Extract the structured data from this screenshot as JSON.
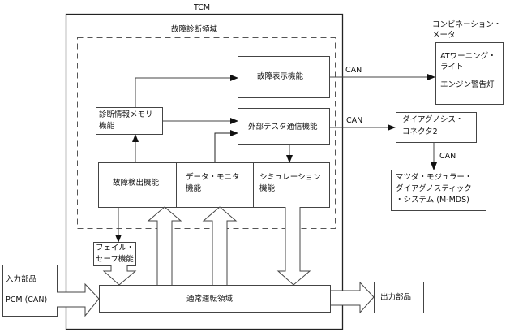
{
  "diagram": {
    "tcm_label": "TCM",
    "diag_area_label": "故障診断領域",
    "fault_display": "故障表示機能",
    "memory_line1": "診断情報メモリ",
    "memory_line2": "機能",
    "ext_tester": "外部テスタ通信機能",
    "fault_detect": "故障検出機能",
    "data_monitor_line1": "データ・モニタ",
    "data_monitor_line2": "機能",
    "simulation_line1": "シミュレーション",
    "simulation_line2": "機能",
    "failsafe_line1": "フェイル・",
    "failsafe_line2": "セーフ機能",
    "normal_area": "通常運転領域",
    "input_label": "入力部品",
    "input_pcm": "PCM (CAN)",
    "output_label": "出力部品",
    "can1": "CAN",
    "can2": "CAN",
    "can3": "CAN",
    "meter_title_line1": "コンビネーション・",
    "meter_title_line2": "メータ",
    "meter_item1_line1": "ATワーニング・",
    "meter_item1_line2": "ライト",
    "meter_item2": "エンジン警告灯",
    "dlc_line1": "ダイアグノシス・",
    "dlc_line2": "コネクタ2",
    "mmds_line1": "マツダ・モジュラー・",
    "mmds_line2": "ダイアグノスティック",
    "mmds_line3": "・システム (M-MDS)"
  }
}
